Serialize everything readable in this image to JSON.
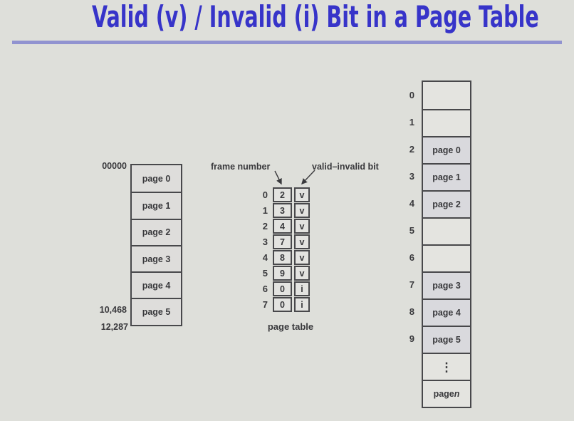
{
  "title": "Valid (v) / Invalid (i) Bit in a Page Table",
  "colors": {
    "background": "#dedfda",
    "title_blue": "#3734c9",
    "underline_blue": "#9193d0",
    "diagram_line": "#48484b",
    "diagram_text": "#39393c",
    "cell_fill": "#e3e3e0",
    "filled_frame_fill": "#d9d9dd"
  },
  "logical_memory": {
    "start_address": "00000",
    "address_10468": "10,468",
    "address_12287": "12,287",
    "pages": [
      "page 0",
      "page 1",
      "page 2",
      "page 3",
      "page 4",
      "page 5"
    ]
  },
  "page_table": {
    "label_frame": "frame number",
    "label_bit": "valid–invalid bit",
    "caption": "page table",
    "indexes": [
      "0",
      "1",
      "2",
      "3",
      "4",
      "5",
      "6",
      "7"
    ],
    "frames": [
      "2",
      "3",
      "4",
      "7",
      "8",
      "9",
      "0",
      "0"
    ],
    "bits": [
      "v",
      "v",
      "v",
      "v",
      "v",
      "v",
      "i",
      "i"
    ]
  },
  "physical_memory": {
    "frame_indexes": [
      "0",
      "1",
      "2",
      "3",
      "4",
      "5",
      "6",
      "7",
      "8",
      "9"
    ],
    "frame_contents": [
      "",
      "",
      "page 0",
      "page 1",
      "page 2",
      "",
      "",
      "page 3",
      "page 4",
      "page 5"
    ],
    "ellipsis": "⋮",
    "last_frame_prefix": "page ",
    "last_frame_var": "n"
  }
}
